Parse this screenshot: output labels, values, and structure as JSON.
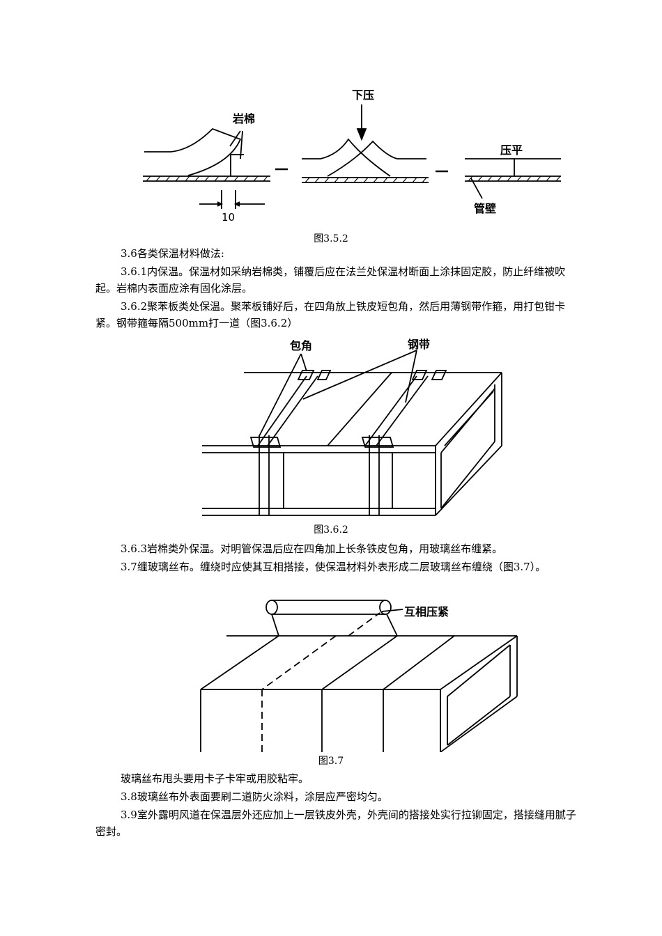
{
  "figure1": {
    "labels": {
      "rock_wool": "岩棉",
      "press_down": "下压",
      "press_flat": "压平",
      "pipe_wall": "管壁",
      "dimension": "10"
    },
    "caption": "图3.5.2"
  },
  "paragraphs_1": [
    "3.6各类保温材料做法:",
    "3.6.1内保温。保温材如采纳岩棉类，铺覆后应在法兰处保温材断面上涂抹固定胶，防止纤维被吹起。岩棉内表面应涂有固化涂层。",
    "3.6.2聚苯板类处保温。聚苯板铺好后，在四角放上铁皮短包角，然后用薄钢带作箍，用打包钳卡紧。钢带箍每隔500mm打一道（图3.6.2）"
  ],
  "figure2": {
    "labels": {
      "corner_wrap": "包角",
      "steel_strap": "钢带"
    },
    "caption": "图3.6.2"
  },
  "paragraphs_2": [
    "3.6.3岩棉类外保温。对明管保温后应在四角加上长条铁皮包角，用玻璃丝布缠紧。",
    "3.7缠玻璃丝布。缠绕时应使其互相搭接，使保温材料外表形成二层玻璃丝布缠绕（图3.7）。"
  ],
  "figure3": {
    "labels": {
      "overlap_press": "互相压紧"
    },
    "caption": "图3.7"
  },
  "paragraphs_3": [
    "玻璃丝布甩头要用卡子卡牢或用胶粘牢。",
    "3.8玻璃丝布外表面要刷二道防火涂料，涂层应严密均匀。",
    "3.9室外露明风道在保温层外还应加上一层铁皮外壳，外壳间的搭接处实行拉铆固定，搭接缝用腻子密封。"
  ]
}
